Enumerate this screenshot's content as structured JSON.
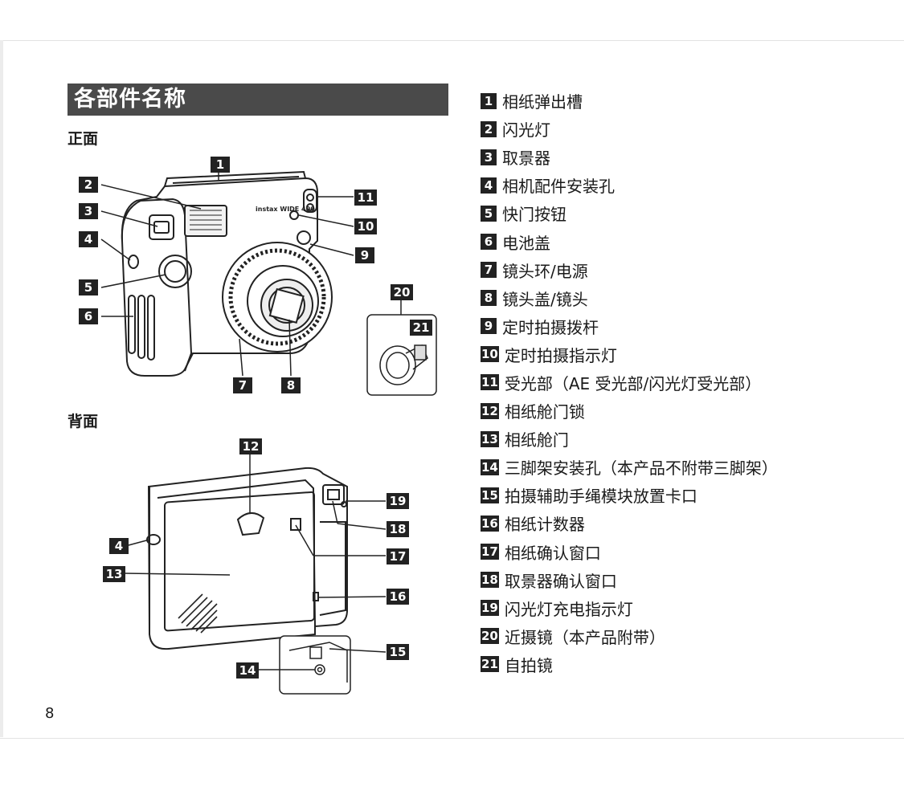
{
  "section_title": "各部件名称",
  "front_title": "正面",
  "back_title": "背面",
  "camera_brand": "instax WIDE 400",
  "page_number": "8",
  "parts": [
    {
      "num": "1",
      "label": "相纸弹出槽"
    },
    {
      "num": "2",
      "label": "闪光灯"
    },
    {
      "num": "3",
      "label": "取景器"
    },
    {
      "num": "4",
      "label": "相机配件安装孔"
    },
    {
      "num": "5",
      "label": "快门按钮"
    },
    {
      "num": "6",
      "label": "电池盖"
    },
    {
      "num": "7",
      "label": "镜头环/电源"
    },
    {
      "num": "8",
      "label": "镜头盖/镜头"
    },
    {
      "num": "9",
      "label": "定时拍摄拨杆"
    },
    {
      "num": "10",
      "label": "定时拍摄指示灯"
    },
    {
      "num": "11",
      "label": "受光部（AE 受光部/闪光灯受光部）"
    },
    {
      "num": "12",
      "label": "相纸舱门锁"
    },
    {
      "num": "13",
      "label": "相纸舱门"
    },
    {
      "num": "14",
      "label": "三脚架安装孔（本产品不附带三脚架）"
    },
    {
      "num": "15",
      "label": "拍摄辅助手绳模块放置卡口"
    },
    {
      "num": "16",
      "label": "相纸计数器"
    },
    {
      "num": "17",
      "label": "相纸确认窗口"
    },
    {
      "num": "18",
      "label": "取景器确认窗口"
    },
    {
      "num": "19",
      "label": "闪光灯充电指示灯"
    },
    {
      "num": "20",
      "label": "近摄镜（本产品附带）"
    },
    {
      "num": "21",
      "label": "自拍镜"
    }
  ],
  "front_callouts": [
    "1",
    "2",
    "3",
    "4",
    "5",
    "6",
    "7",
    "8",
    "9",
    "10",
    "11",
    "20",
    "21"
  ],
  "back_callouts": [
    "12",
    "4",
    "13",
    "14",
    "15",
    "16",
    "17",
    "18",
    "19"
  ]
}
